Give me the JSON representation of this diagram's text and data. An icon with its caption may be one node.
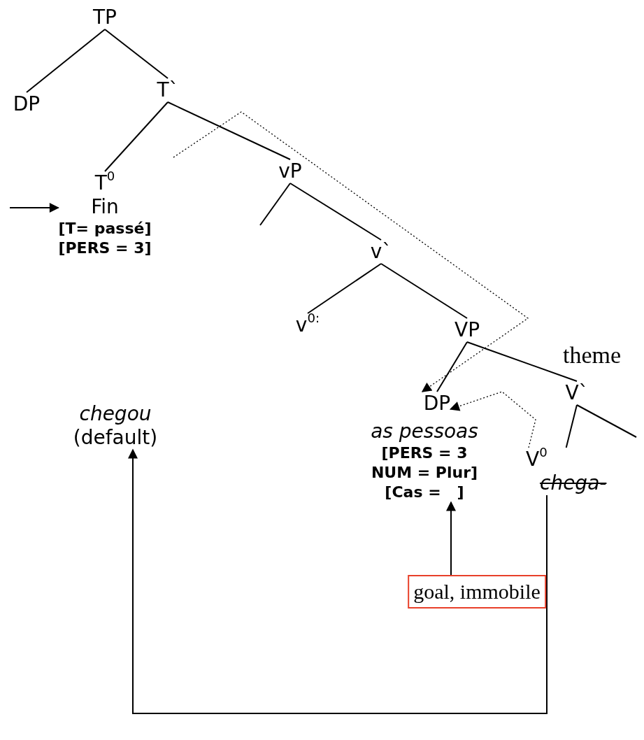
{
  "diagram": {
    "nodes": [
      {
        "text": [
          "TP"
        ]
      },
      {
        "text": [
          "DP"
        ]
      },
      {
        "text": [
          "T`"
        ]
      },
      {
        "text": [
          "T$^{0}$",
          "Fin",
          "[T= passé]",
          "[PERS = 3]"
        ]
      },
      {
        "text": [
          "vP"
        ]
      },
      {
        "text": [
          "v`"
        ]
      },
      {
        "text": [
          "v$^{0:}$"
        ]
      },
      {
        "text": [
          "VP"
        ]
      },
      {
        "text": [
          "DP"
        ]
      },
      {
        "text": [
          "as pessoas",
          "[PERS = 3 NUM = Plur]",
          "[Cas =   ]"
        ]
      },
      {
        "text": [
          "V`"
        ]
      },
      {
        "text": [
          "V$^{0}$",
          "chega-"
        ]
      },
      {
        "text": [
          "chegou",
          "(default)"
        ]
      },
      {
        "text": [
          "goal, immobile"
        ]
      }
    ],
    "edges": [
      {
        "from": 0,
        "to": 1,
        "arrow": "none"
      },
      {
        "from": 0,
        "to": 2,
        "arrow": "none"
      },
      {
        "from": 2,
        "to": 3,
        "arrow": "none"
      },
      {
        "from": 2,
        "to": 4,
        "arrow": "none"
      },
      {
        "from": 4,
        "to": null,
        "arrow": "none"
      },
      {
        "from": 4,
        "to": 5,
        "arrow": "none"
      },
      {
        "from": 5,
        "to": 6,
        "arrow": "none"
      },
      {
        "from": 5,
        "to": 7,
        "arrow": "none"
      },
      {
        "from": 7,
        "to": 8,
        "arrow": "none"
      },
      {
        "from": 7,
        "to": 10,
        "arrow": "none"
      },
      {
        "from": 10,
        "to": 11,
        "arrow": "none"
      },
      {
        "from": 10,
        "to": null,
        "arrow": "none"
      },
      {
        "from": null,
        "to": 8,
        "arrow": "to",
        "style": "dashed"
      },
      {
        "from": 11,
        "to": 8,
        "arrow": "to",
        "style": "dashed"
      },
      {
        "from": 11,
        "to": 12,
        "arrow": "to"
      },
      {
        "from": null,
        "to": 3,
        "arrow": "to"
      },
      {
        "from": 13,
        "to": 9,
        "arrow": "to"
      }
    ],
    "labels": [
      "theme"
    ]
  }
}
